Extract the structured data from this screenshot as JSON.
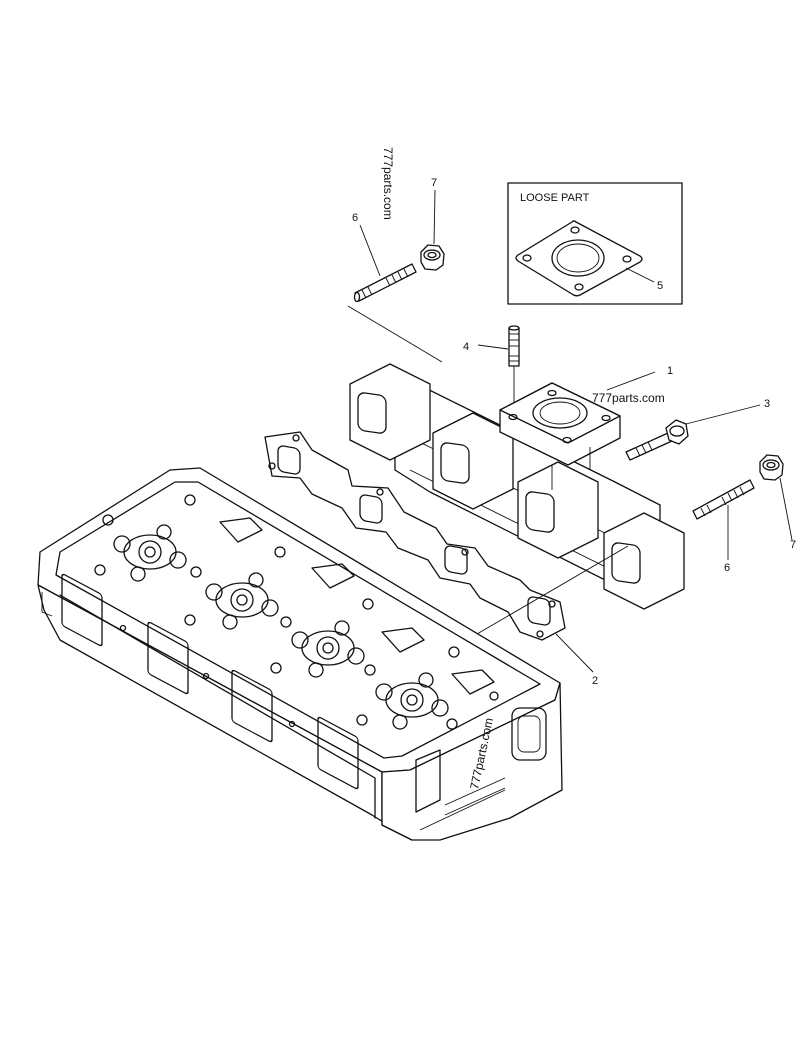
{
  "diagram": {
    "callouts": [
      {
        "id": "callout-1",
        "text": "1"
      },
      {
        "id": "callout-2",
        "text": "2"
      },
      {
        "id": "callout-3",
        "text": "3"
      },
      {
        "id": "callout-4",
        "text": "4"
      },
      {
        "id": "callout-5",
        "text": "5"
      },
      {
        "id": "callout-6a",
        "text": "6"
      },
      {
        "id": "callout-6b",
        "text": "6"
      },
      {
        "id": "callout-7a",
        "text": "7"
      },
      {
        "id": "callout-7b",
        "text": "7"
      }
    ],
    "loose_part_box": {
      "title": "LOOSE PART"
    },
    "watermarks": [
      {
        "id": "watermark-1",
        "text": "777parts.com"
      },
      {
        "id": "watermark-2",
        "text": "777parts.com"
      },
      {
        "id": "watermark-3",
        "text": "777parts.com"
      }
    ]
  }
}
